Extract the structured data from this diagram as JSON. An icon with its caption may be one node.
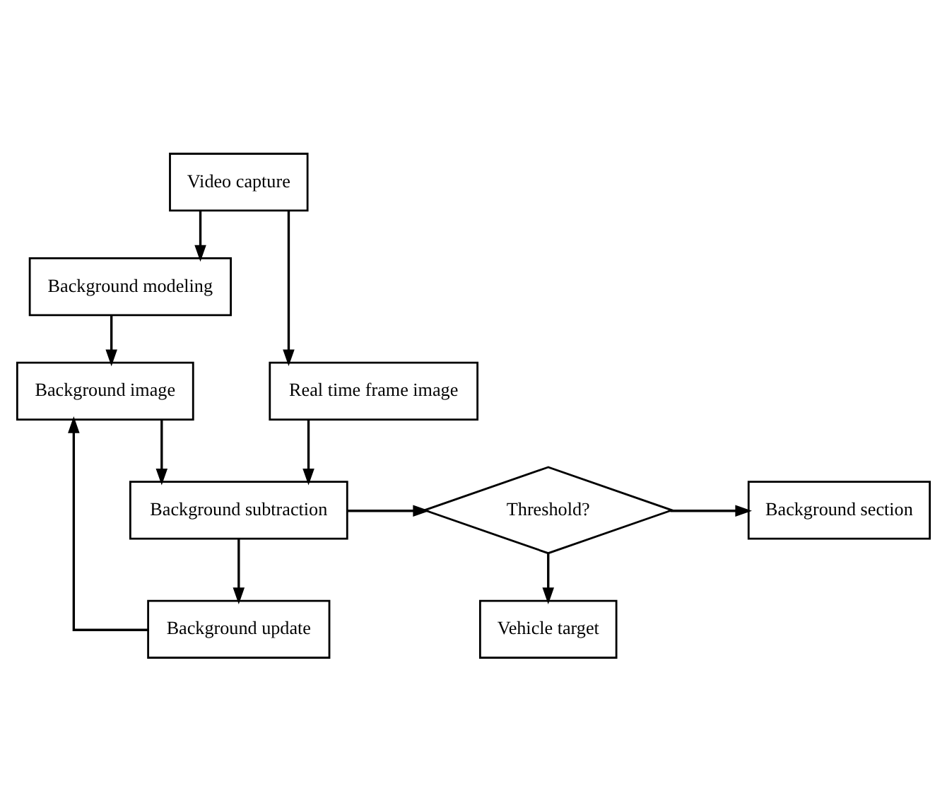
{
  "diagram": {
    "nodes": [
      {
        "text": [
          "Video capture"
        ]
      },
      {
        "text": [
          "Background modeling"
        ]
      },
      {
        "text": [
          "Background image"
        ]
      },
      {
        "text": [
          "Real time frame image"
        ]
      },
      {
        "text": [
          "Background subtraction"
        ]
      },
      {
        "text": [
          "Threshold?"
        ]
      },
      {
        "text": [
          "Background section"
        ]
      },
      {
        "text": [
          "Background update"
        ]
      },
      {
        "text": [
          "Vehicle target"
        ]
      }
    ],
    "edges": [
      {
        "from": 0,
        "to": 1,
        "arrow": "to"
      },
      {
        "from": 0,
        "to": 3,
        "arrow": "to"
      },
      {
        "from": 1,
        "to": 2,
        "arrow": "to"
      },
      {
        "from": 2,
        "to": 4,
        "arrow": "to"
      },
      {
        "from": 3,
        "to": 4,
        "arrow": "to"
      },
      {
        "from": 4,
        "to": 5,
        "arrow": "to"
      },
      {
        "from": 5,
        "to": 6,
        "arrow": "to"
      },
      {
        "from": 4,
        "to": 7,
        "arrow": "to"
      },
      {
        "from": 5,
        "to": 8,
        "arrow": "to"
      },
      {
        "from": 7,
        "to": 2,
        "arrow": "to"
      }
    ]
  }
}
